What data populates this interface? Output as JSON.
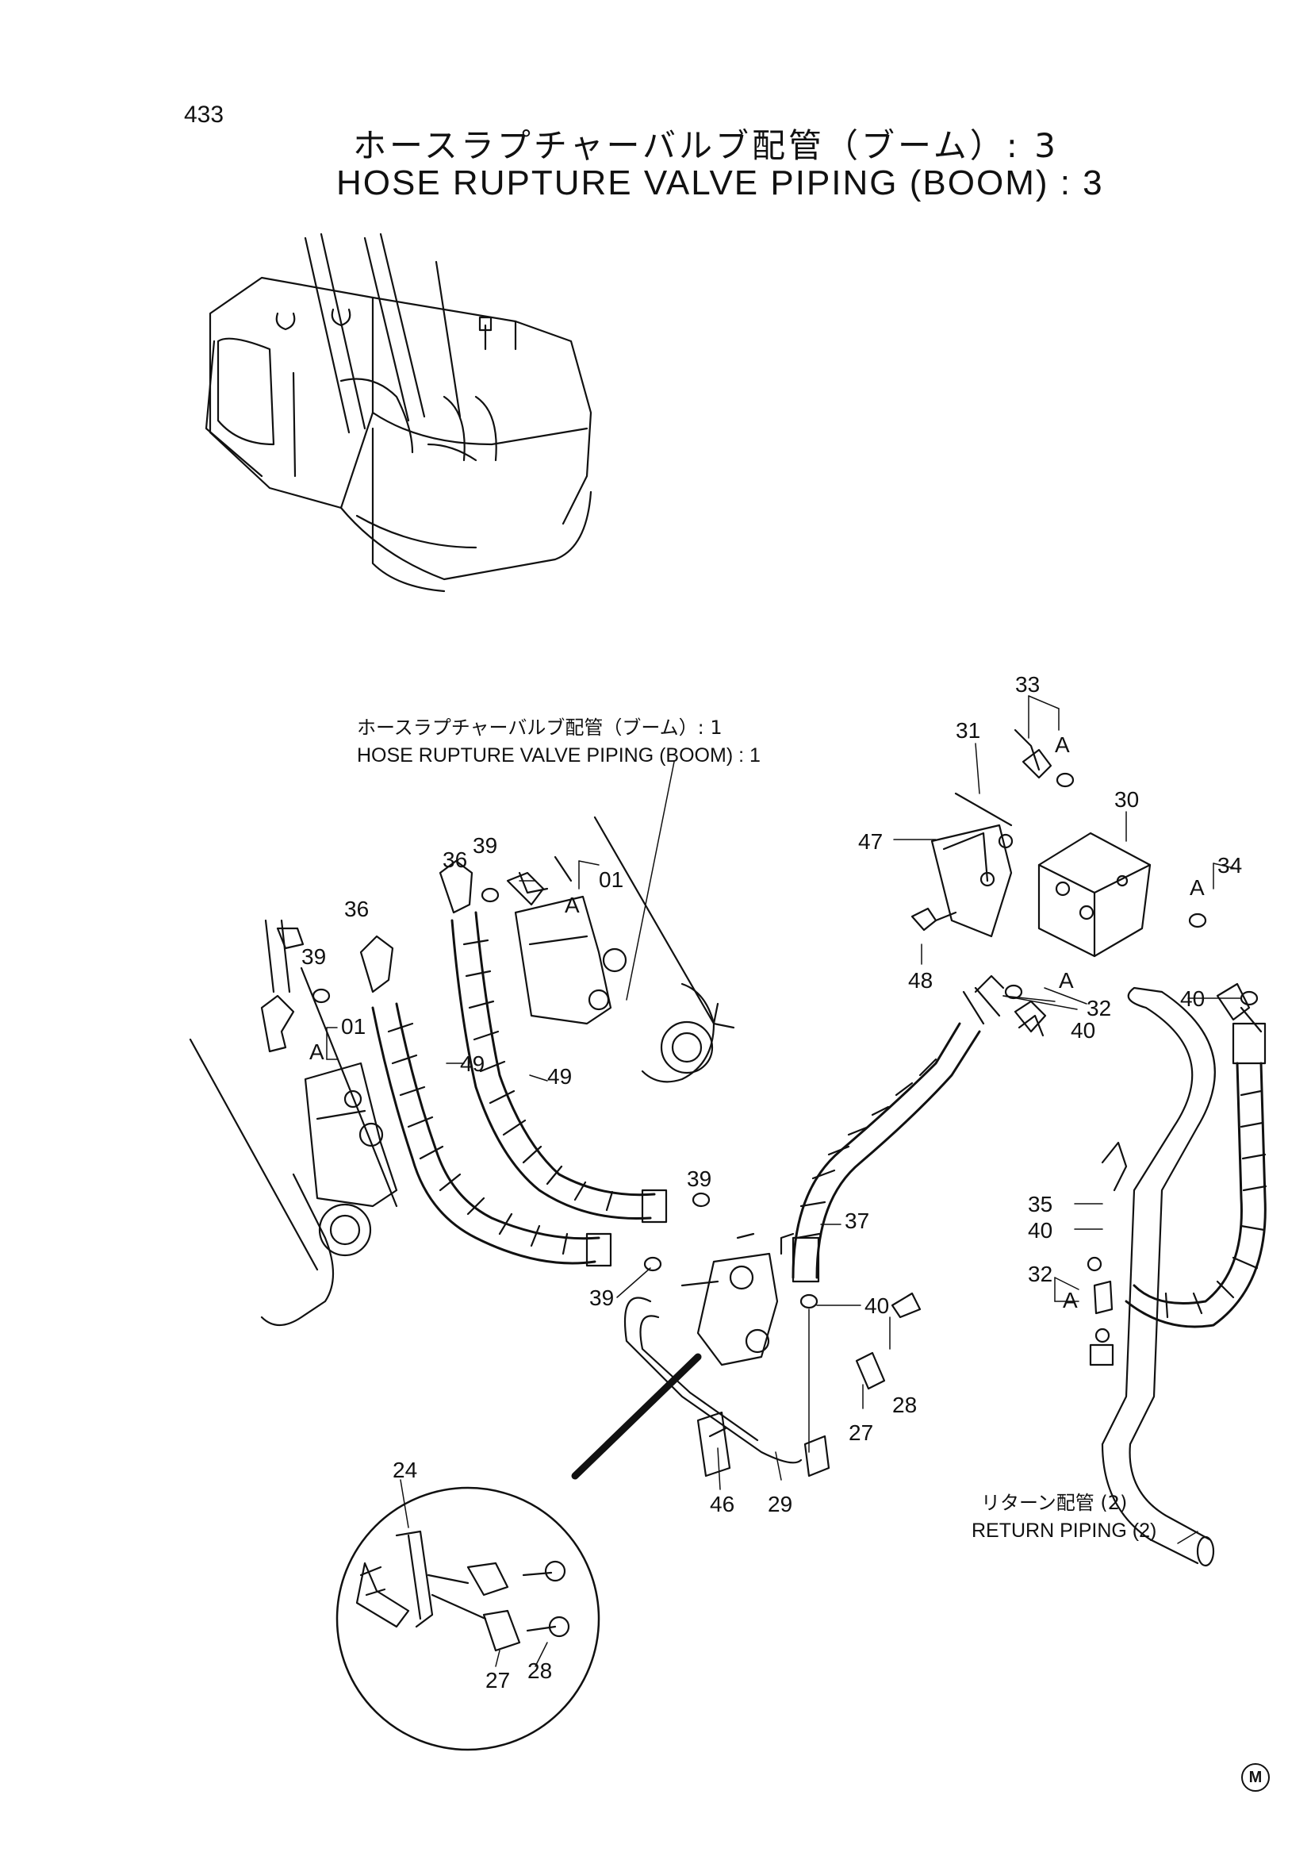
{
  "page_number": "433",
  "title_jp": "ホースラプチャーバルブ配管（ブーム）: 3",
  "title_en": "HOSE RUPTURE VALVE PIPING (BOOM) : 3",
  "note_ref": {
    "jp": "ホースラプチャーバルブ配管（ブーム）: 1",
    "en": "HOSE RUPTURE VALVE PIPING (BOOM) : 1"
  },
  "note_return": {
    "jp": "リターン配管 (2)",
    "en": "RETURN PIPING (2)"
  },
  "part_labels": {
    "p01": "01",
    "p24": "24",
    "p27": "27",
    "p28": "28",
    "p29": "29",
    "p30": "30",
    "p31": "31",
    "p32": "32",
    "p33": "33",
    "p34": "34",
    "p35": "35",
    "p36": "36",
    "p37": "37",
    "p39": "39",
    "p40": "40",
    "p46": "46",
    "p47": "47",
    "p48": "48",
    "p49": "49"
  },
  "ref_mark": "A",
  "corner_mark": "M"
}
